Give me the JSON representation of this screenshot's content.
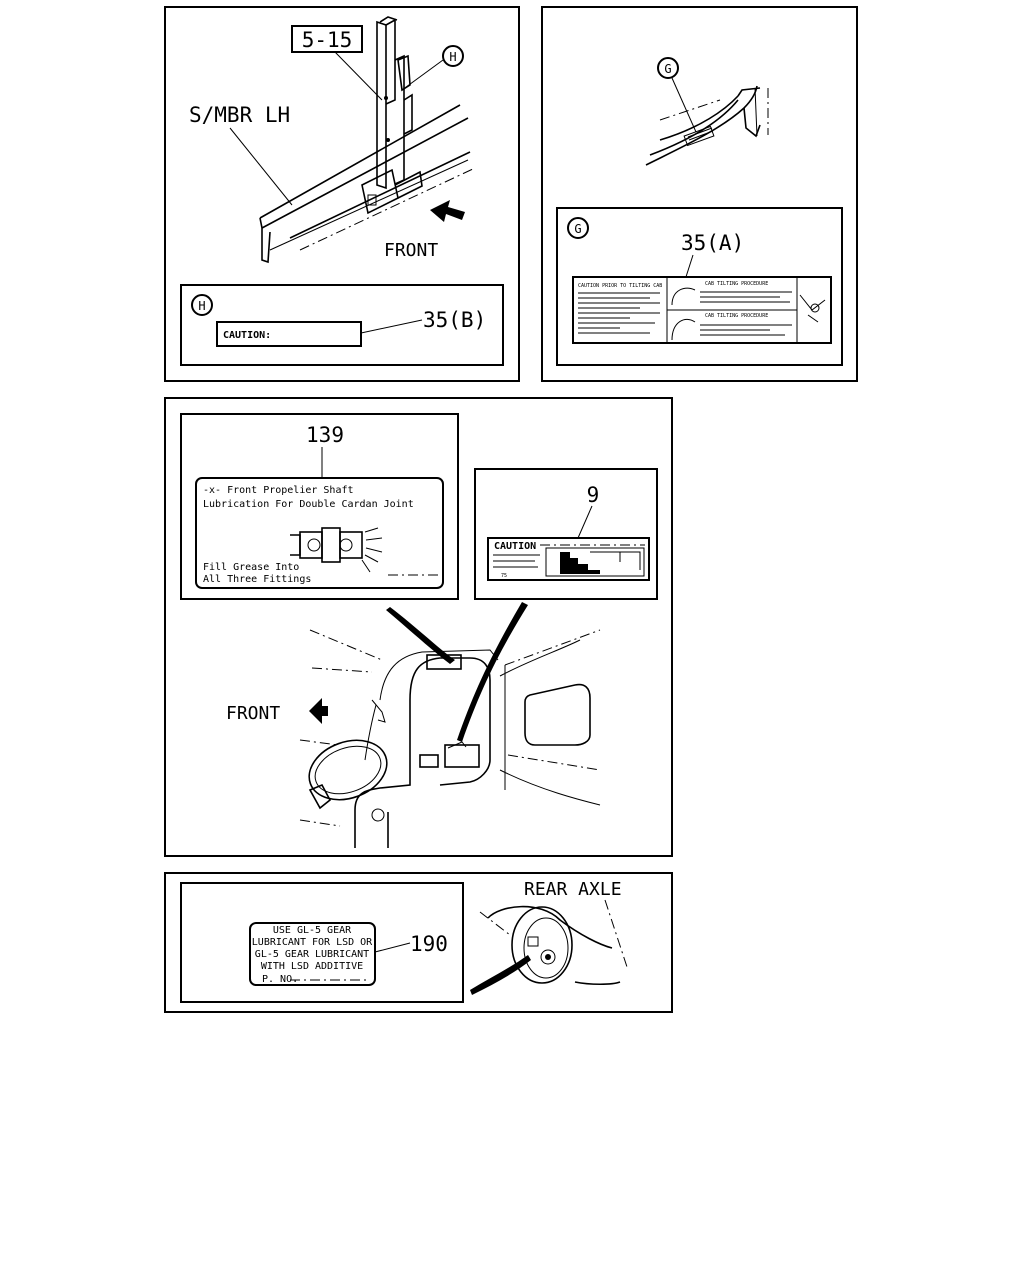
{
  "panel_top_left": {
    "ref_box": "5-15",
    "callout_h": "H",
    "member_label": "S/MBR LH",
    "front_label": "FRONT",
    "inset": {
      "callout": "H",
      "label_text": "CAUTION:",
      "part_ref": "35(B)"
    }
  },
  "panel_top_right": {
    "callout_g": "G",
    "inset": {
      "callout": "G",
      "part_ref": "35(A)",
      "label_left_title": "CAUTION PRIOR TO TILTING CAB",
      "label_mid_title_1": "CAB TILTING PROCEDURE",
      "label_mid_title_2": "CAB TILTING PROCEDURE"
    }
  },
  "panel_middle": {
    "label_139": {
      "part_ref": "139",
      "line1": "-x- Front Propelier Shaft",
      "line2": "Lubrication For Double Cardan Joint",
      "line3": "Fill Grease Into",
      "line4": "All Three Fittings"
    },
    "label_9": {
      "part_ref": "9",
      "title": "CAUTION",
      "corner": "75"
    },
    "front_label": "FRONT"
  },
  "panel_bottom": {
    "axle_label": "REAR AXLE",
    "label_190": {
      "part_ref": "190",
      "line1": "USE GL-5 GEAR",
      "line2": "LUBRICANT FOR LSD OR",
      "line3": "GL-5 GEAR LUBRICANT",
      "line4": "WITH LSD ADDITIVE",
      "line5": "P. NO."
    }
  }
}
